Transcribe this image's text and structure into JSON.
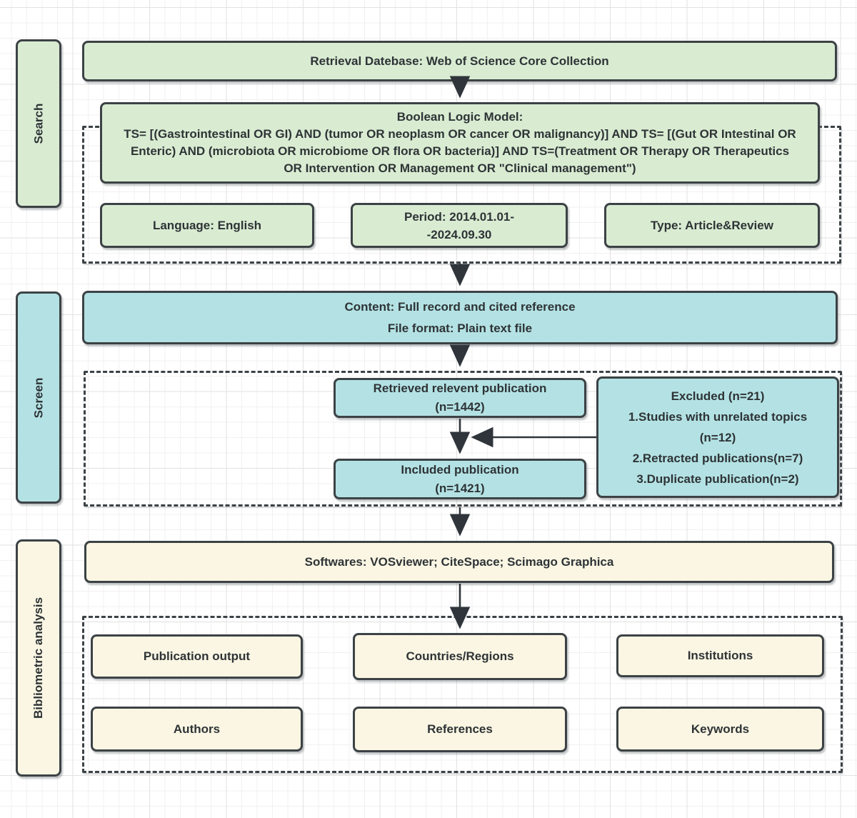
{
  "colors": {
    "green_fill": "#d9ecd2",
    "cyan_fill": "#b4e2e4",
    "cream_fill": "#faf6e3",
    "border": "#3c4245",
    "text": "#2e3336"
  },
  "side_labels": {
    "search": "Search",
    "screen": "Screen",
    "bibliometric": "Bibliometric analysis"
  },
  "search_section": {
    "retrieval_db": "Retrieval Datebase: Web of Science Core Collection",
    "boolean_model": "Boolean Logic Model:\nTS= [(Gastrointestinal OR GI) AND (tumor OR neoplasm OR cancer OR malignancy)] AND TS= [(Gut OR Intestinal OR Enteric) AND (microbiota OR microbiome OR flora OR bacteria)] AND TS=(Treatment OR Therapy OR Therapeutics OR Intervention OR Management OR \"Clinical management\")",
    "language": "Language: English",
    "period": "Period: 2014.01.01-\n-2024.09.30",
    "type": "Type: Article&Review"
  },
  "screen_section": {
    "content": "Content: Full record and cited reference\nFile format: Plain text file",
    "retrieved": "Retrieved relevent publication\n(n=1442)",
    "included": "Included publication\n(n=1421)",
    "excluded": "Excluded (n=21)\n1.Studies with unrelated  topics\n(n=12)\n2.Retracted publications(n=7)\n3.Duplicate publication(n=2)"
  },
  "analysis_section": {
    "softwares": "Softwares: VOSviewer; CiteSpace; Scimago Graphica",
    "modules": [
      "Publication output",
      "Countries/Regions",
      "Institutions",
      "Authors",
      "References",
      "Keywords"
    ]
  }
}
